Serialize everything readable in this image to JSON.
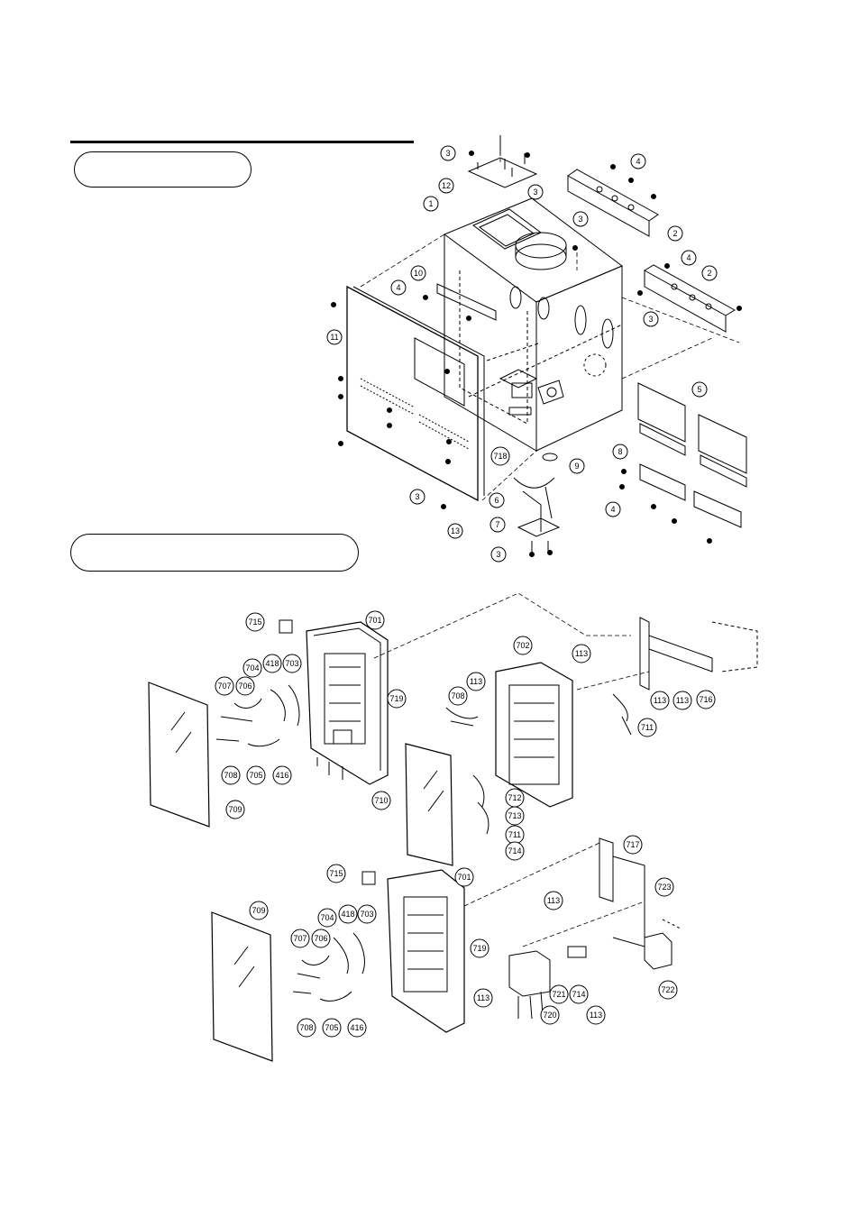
{
  "callouts": [
    {
      "label": "3",
      "cx": 0
    },
    {
      "label": "12"
    },
    {
      "label": "1"
    },
    {
      "label": "4"
    },
    {
      "label": "2"
    },
    {
      "label": "10"
    },
    {
      "label": "11"
    },
    {
      "label": "5"
    },
    {
      "label": "8"
    },
    {
      "label": "9"
    },
    {
      "label": "6"
    },
    {
      "label": "7"
    },
    {
      "label": "13"
    },
    {
      "label": "718"
    },
    {
      "label": "701"
    },
    {
      "label": "702"
    },
    {
      "label": "703"
    },
    {
      "label": "704"
    },
    {
      "label": "705"
    },
    {
      "label": "706"
    },
    {
      "label": "707"
    },
    {
      "label": "708"
    },
    {
      "label": "709"
    },
    {
      "label": "710"
    },
    {
      "label": "711"
    },
    {
      "label": "712"
    },
    {
      "label": "713"
    },
    {
      "label": "714"
    },
    {
      "label": "715"
    },
    {
      "label": "716"
    },
    {
      "label": "717"
    },
    {
      "label": "719"
    },
    {
      "label": "720"
    },
    {
      "label": "721"
    },
    {
      "label": "722"
    },
    {
      "label": "723"
    },
    {
      "label": "113"
    },
    {
      "label": "416"
    },
    {
      "label": "418"
    }
  ]
}
